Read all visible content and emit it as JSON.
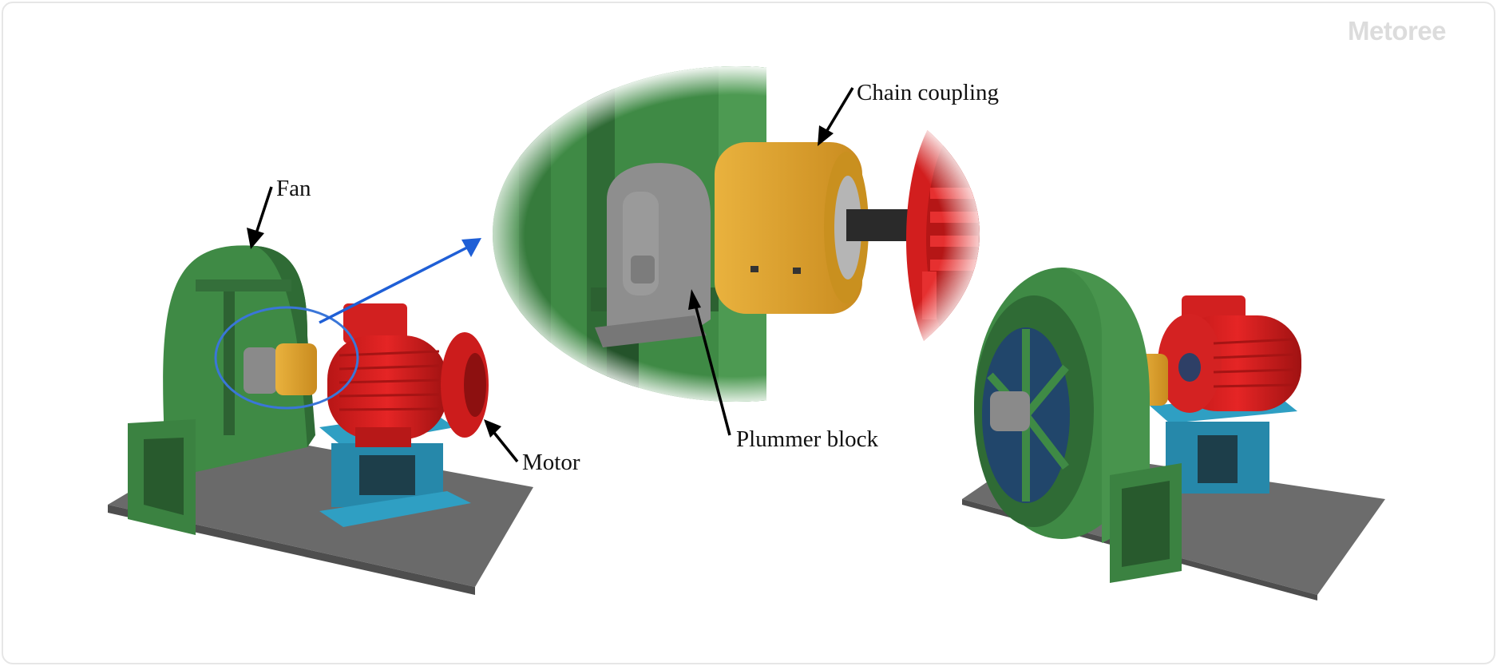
{
  "watermark": "Metoree",
  "labels": {
    "fan": "Fan",
    "motor": "Motor",
    "chain_coupling": "Chain coupling",
    "plummer_block": "Plummer block"
  },
  "colors": {
    "fan_green": "#3f8a45",
    "fan_green_dark": "#2f6b35",
    "motor_red": "#d81f1f",
    "motor_red_dark": "#a11414",
    "coupling_yellow": "#e0a12c",
    "base_blue": "#2f9fc3",
    "floor_gray": "#6e6e6e",
    "bearing_gray": "#8a8a8a",
    "highlight_blue": "#2f6fd6",
    "arrow_black": "#000000"
  }
}
